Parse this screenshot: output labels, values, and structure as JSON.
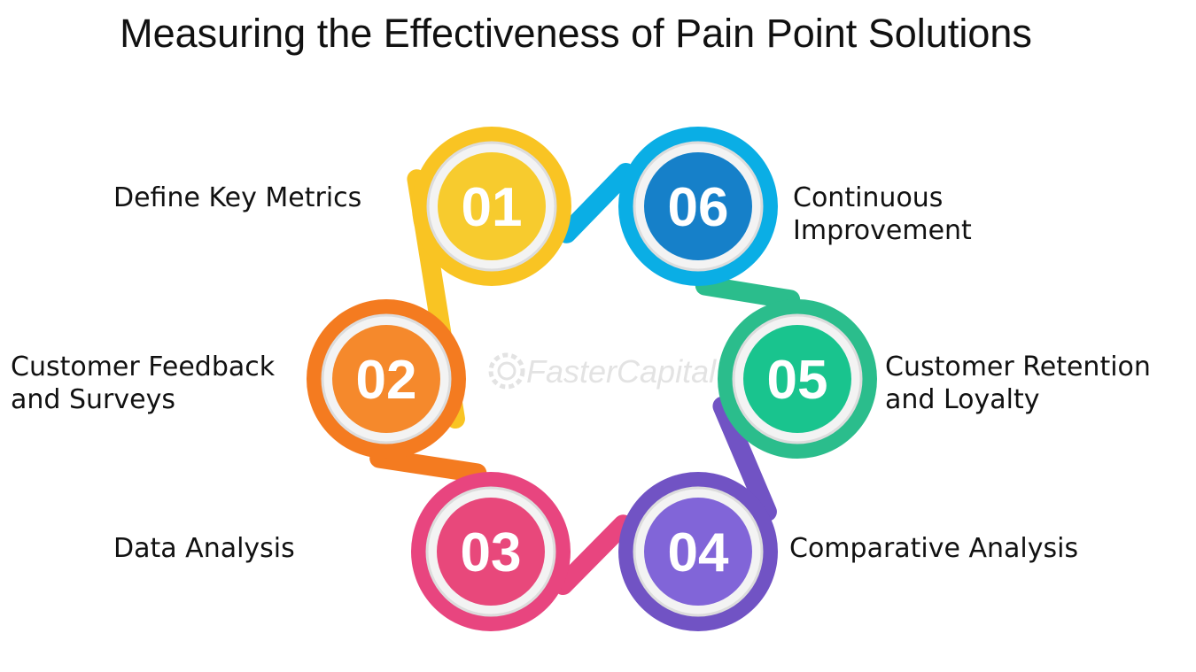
{
  "title": "Measuring the Effectiveness of Pain Point Solutions",
  "watermark": {
    "text": "FasterCapital",
    "color": "#e3e3e3"
  },
  "steps": [
    {
      "number": "01",
      "label_lines": [
        "Define Key Metrics"
      ],
      "color": "#f9c423",
      "inner_color": "#f7cb2e"
    },
    {
      "number": "02",
      "label_lines": [
        "Customer Feedback",
        "and Surveys"
      ],
      "color": "#f47b20",
      "inner_color": "#f5892c"
    },
    {
      "number": "03",
      "label_lines": [
        "Data Analysis"
      ],
      "color": "#e8457f",
      "inner_color": "#e8487b"
    },
    {
      "number": "04",
      "label_lines": [
        "Comparative Analysis"
      ],
      "color": "#7153c4",
      "inner_color": "#8165d8"
    },
    {
      "number": "05",
      "label_lines": [
        "Customer Retention",
        "and Loyalty"
      ],
      "color": "#2bbd8c",
      "inner_color": "#19c48e"
    },
    {
      "number": "06",
      "label_lines": [
        "Continuous",
        "Improvement"
      ],
      "color": "#0aaee5",
      "inner_color": "#1680c9"
    }
  ]
}
